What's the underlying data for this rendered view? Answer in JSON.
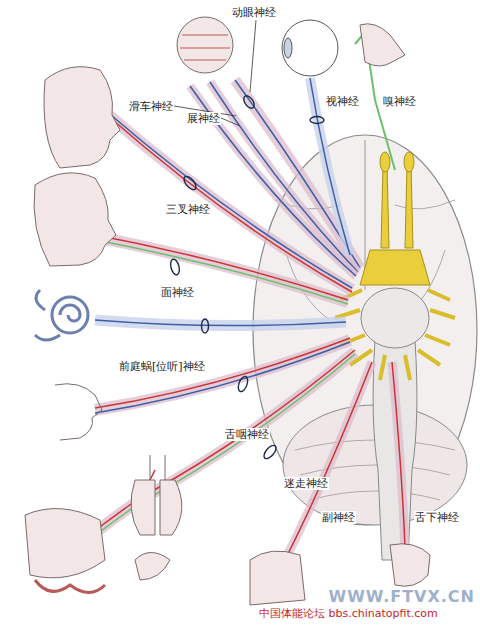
{
  "diagram": {
    "labels": [
      "动眼神经",
      "视神经",
      "嗅神经",
      "滑车神经",
      "展神经",
      "三叉神经",
      "面神经",
      "前庭蜗[位听]神经",
      "舌咽神经",
      "迷走神经",
      "副神经",
      "舌下神经",
      "WWW.FTVX.CN",
      "中国体能论坛 bbs.chinatopfit.com"
    ]
  }
}
